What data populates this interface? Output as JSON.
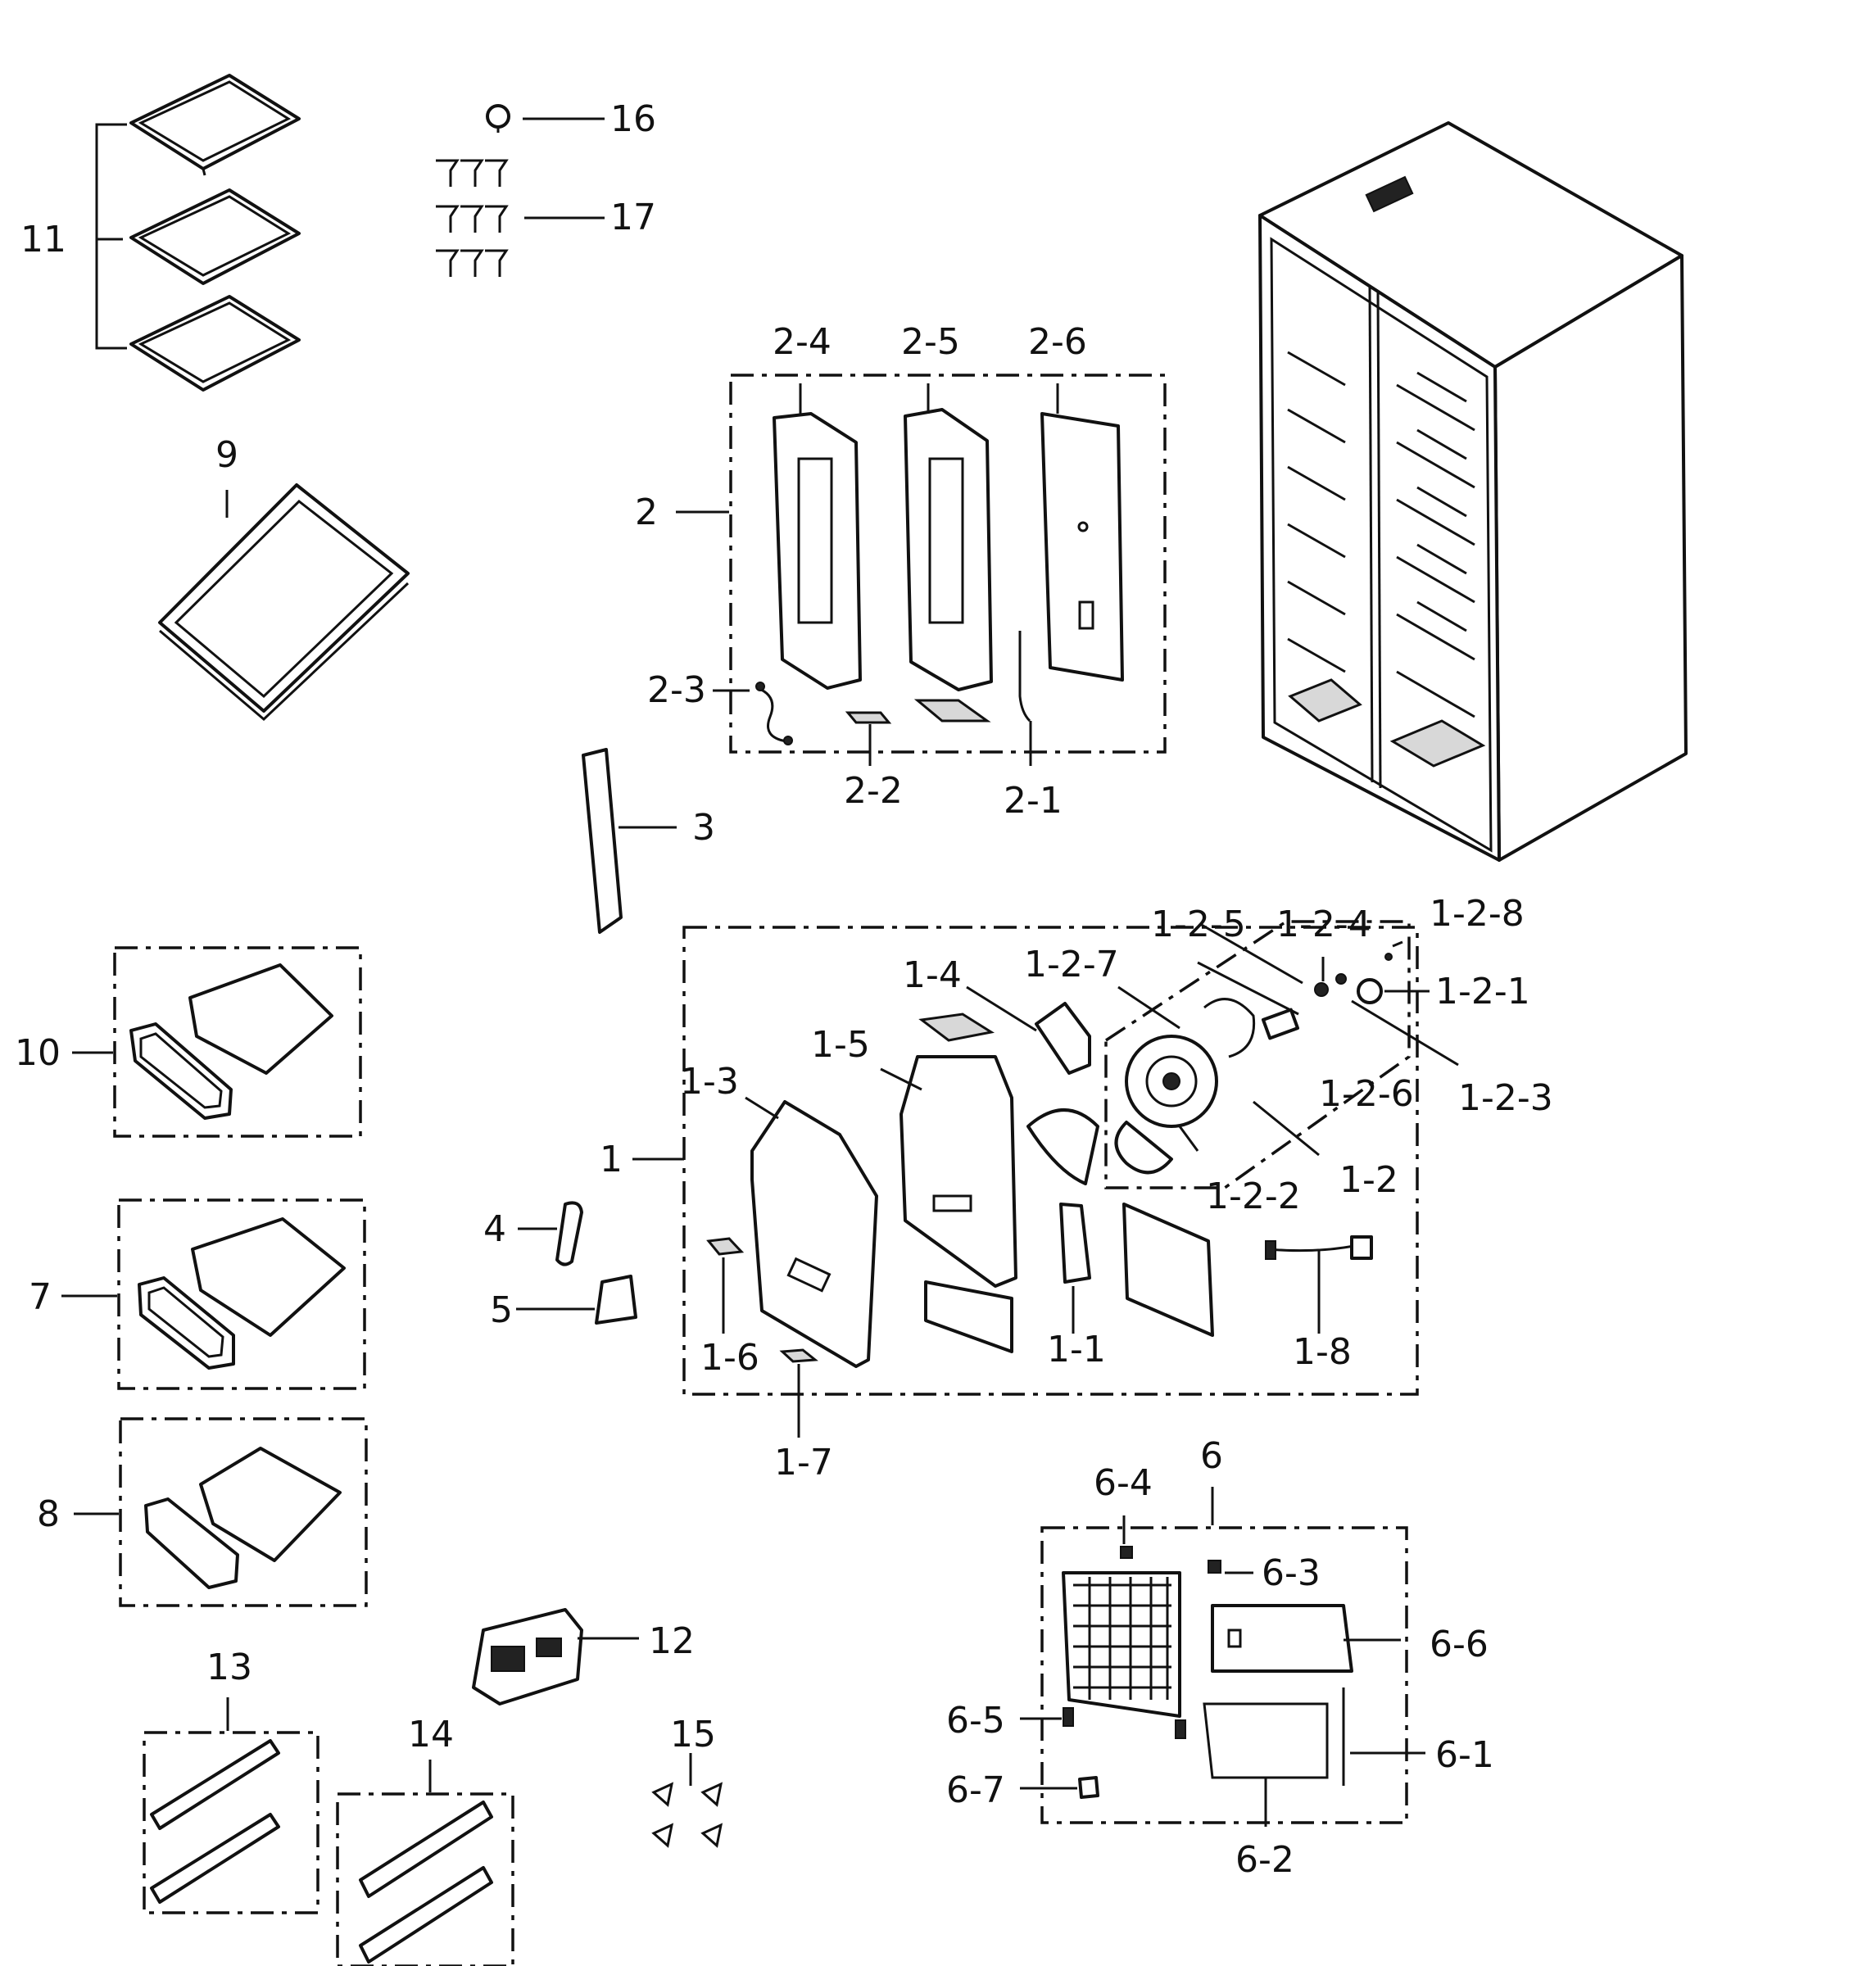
{
  "diagram": {
    "callouts": {
      "c16": "16",
      "c17": "17",
      "c11": "11",
      "c9": "9",
      "c2": "2",
      "c2_1": "2-1",
      "c2_2": "2-2",
      "c2_3": "2-3",
      "c2_4": "2-4",
      "c2_5": "2-5",
      "c2_6": "2-6",
      "c3": "3",
      "c10": "10",
      "c7": "7",
      "c8": "8",
      "c4": "4",
      "c5": "5",
      "c1": "1",
      "c1_1": "1-1",
      "c1_2": "1-2",
      "c1_3": "1-3",
      "c1_4": "1-4",
      "c1_5": "1-5",
      "c1_6": "1-6",
      "c1_7": "1-7",
      "c1_8": "1-8",
      "c1_2_1": "1-2-1",
      "c1_2_2": "1-2-2",
      "c1_2_3": "1-2-3",
      "c1_2_4": "1-2-4",
      "c1_2_5": "1-2-5",
      "c1_2_6": "1-2-6",
      "c1_2_7": "1-2-7",
      "c1_2_8": "1-2-8",
      "c6": "6",
      "c6_1": "6-1",
      "c6_2": "6-2",
      "c6_3": "6-3",
      "c6_4": "6-4",
      "c6_5": "6-5",
      "c6_6": "6-6",
      "c6_7": "6-7",
      "c12": "12",
      "c13": "13",
      "c14": "14",
      "c15": "15"
    }
  }
}
